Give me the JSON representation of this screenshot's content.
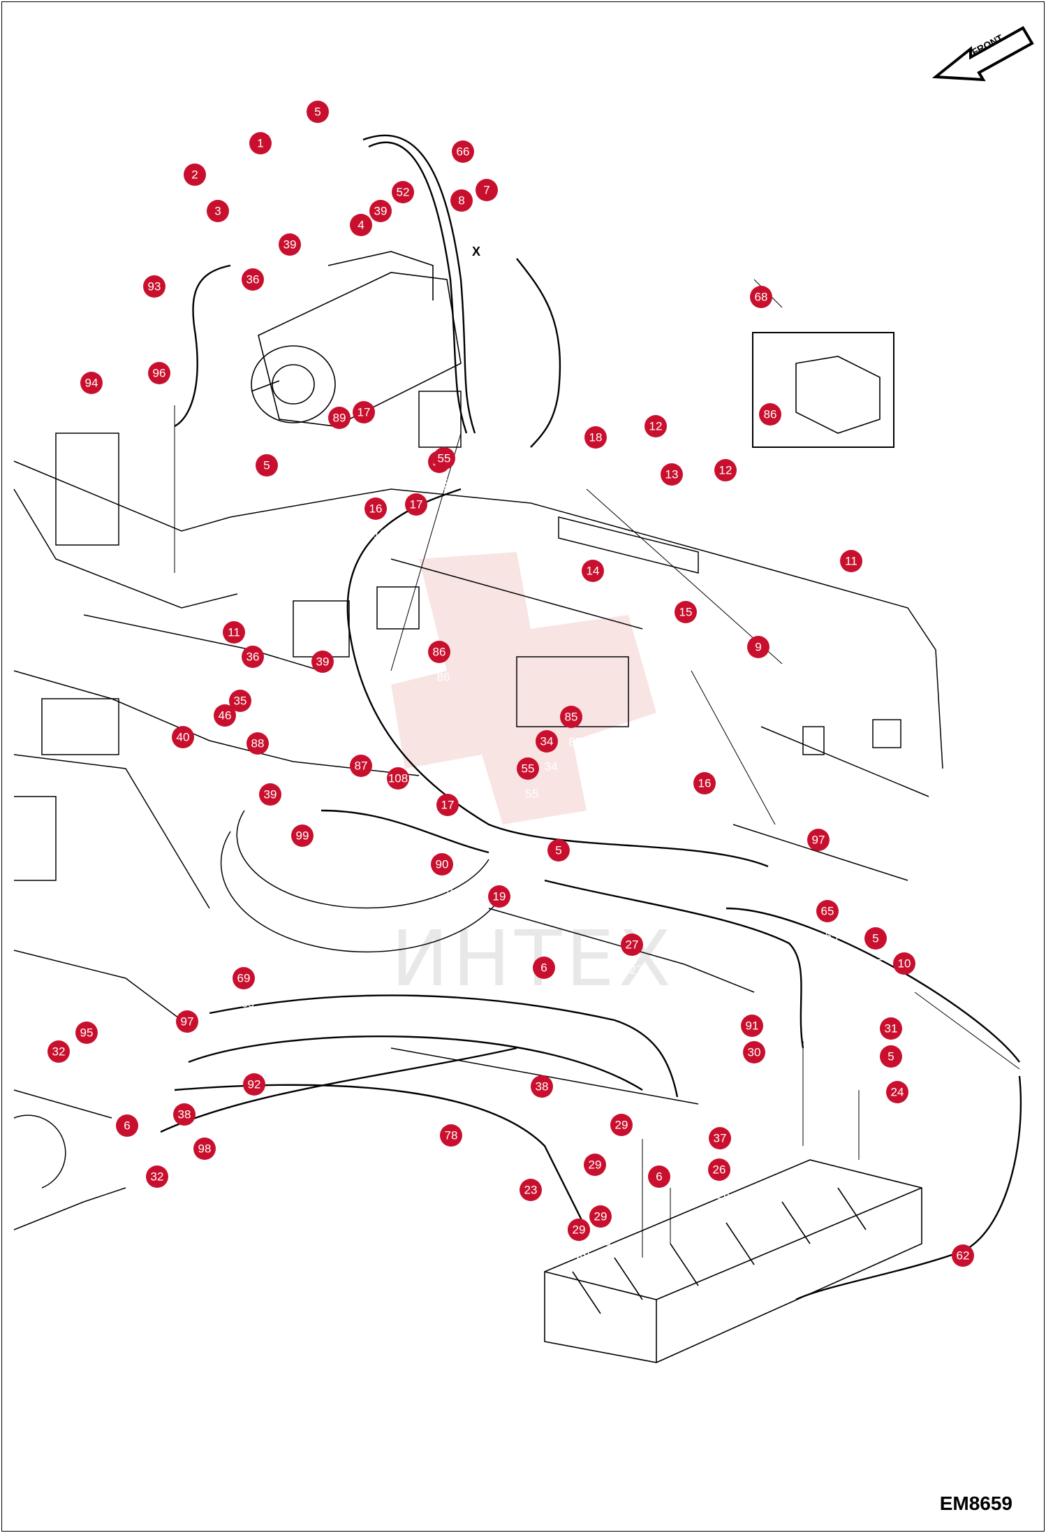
{
  "diagram": {
    "ref_code": "EM8659",
    "front_label": "FRONT",
    "watermark_text": "ИНТЕХ",
    "x_marker": "X",
    "callout_color": "#c8102e",
    "callouts": [
      "5",
      "1",
      "2",
      "3",
      "4",
      "39",
      "52",
      "66",
      "7",
      "8",
      "39",
      "36",
      "93",
      "94",
      "96",
      "68",
      "86",
      "89",
      "17",
      "55",
      "5",
      "17",
      "55",
      "16",
      "18",
      "12",
      "13",
      "12",
      "14",
      "11",
      "15",
      "9",
      "11",
      "36",
      "39",
      "86",
      "35",
      "46",
      "40",
      "88",
      "39",
      "87",
      "108",
      "85",
      "34",
      "55",
      "17",
      "16",
      "97",
      "99",
      "90",
      "19",
      "5",
      "27",
      "65",
      "5",
      "10",
      "6",
      "69",
      "97",
      "95",
      "32",
      "38",
      "6",
      "92",
      "98",
      "32",
      "38",
      "78",
      "91",
      "30",
      "31",
      "5",
      "24",
      "29",
      "37",
      "26",
      "29",
      "6",
      "23",
      "29",
      "6",
      "29",
      "62"
    ]
  }
}
